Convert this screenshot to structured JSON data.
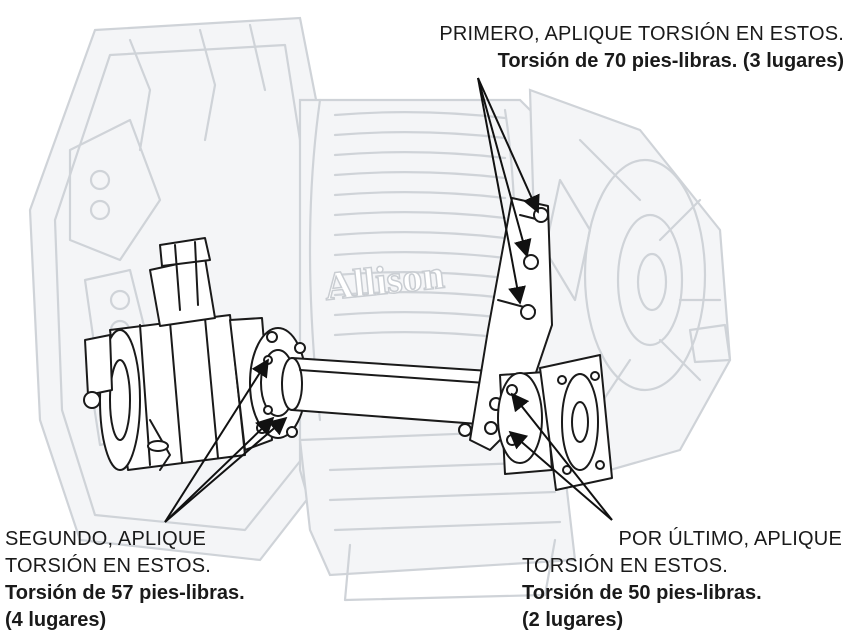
{
  "callouts": {
    "first": {
      "heading": "PRIMERO, APLIQUE TORSIÓN EN ESTOS.",
      "spec": "Torsión de 70 pies-libras. (3 lugares)"
    },
    "second": {
      "heading_line1": "SEGUNDO, APLIQUE",
      "heading_line2": "TORSIÓN EN ESTOS.",
      "spec_line1": "Torsión de 57 pies-libras.",
      "spec_line2": "(4 lugares)"
    },
    "last": {
      "heading_line1": "POR ÚLTIMO, APLIQUE",
      "heading_line2": "TORSIÓN EN ESTOS.",
      "spec_line1": "Torsión de 50 pies-libras.",
      "spec_line2": "(2 lugares)"
    }
  },
  "housing_brand": "Allison",
  "colors": {
    "ink": "#1a1a1a",
    "ghost_outline": "#cfd3d8",
    "background": "#ffffff"
  }
}
